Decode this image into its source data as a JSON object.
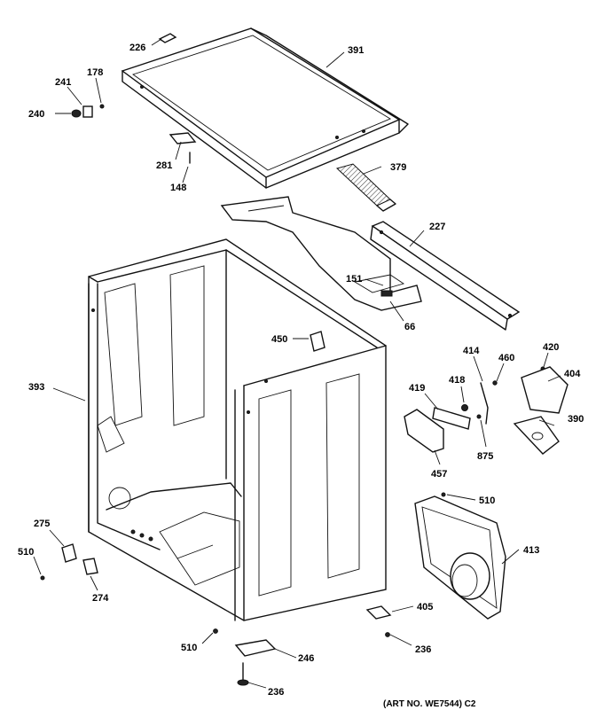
{
  "labels": {
    "p226": "226",
    "p391": "391",
    "p178": "178",
    "p241": "241",
    "p240": "240",
    "p281": "281",
    "p148": "148",
    "p379": "379",
    "p227": "227",
    "p151": "151",
    "p66": "66",
    "p450": "450",
    "p393": "393",
    "p414": "414",
    "p460": "460",
    "p420": "420",
    "p404": "404",
    "p419": "419",
    "p418": "418",
    "p390": "390",
    "p875": "875",
    "p457": "457",
    "p510a": "510",
    "p413": "413",
    "p275": "275",
    "p510b": "510",
    "p274": "274",
    "p405": "405",
    "p510c": "510",
    "p246": "246",
    "p236a": "236",
    "p236b": "236"
  },
  "caption": "(ART NO. WE7544) C2"
}
